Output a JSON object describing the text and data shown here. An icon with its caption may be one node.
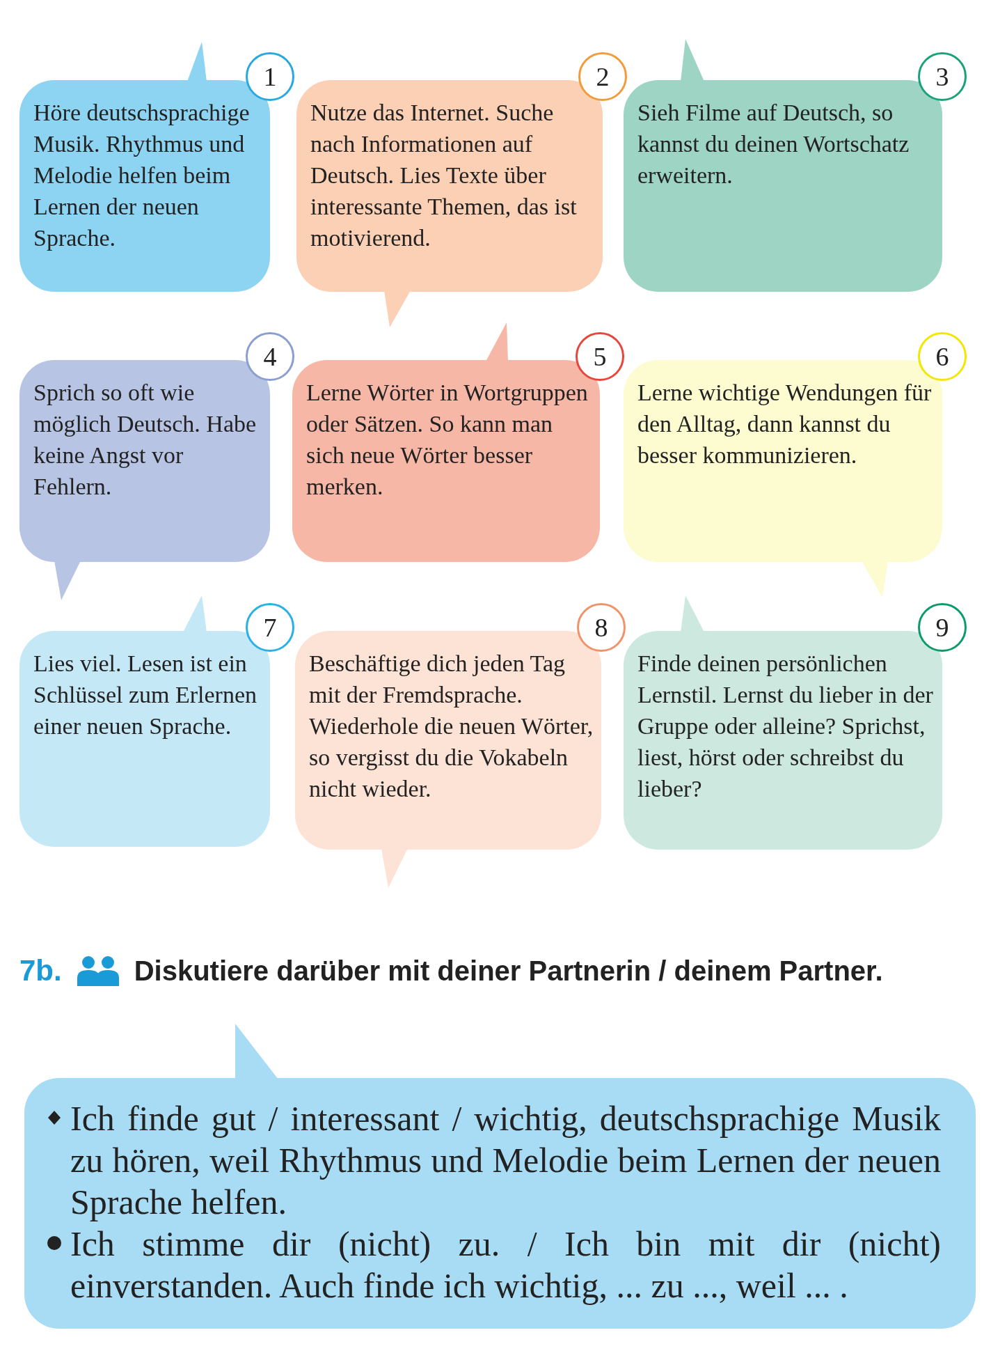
{
  "diagram": {
    "title": "Diskutiere darüber mit deiner Partnerin / deinem Partner.",
    "nodes": [
      {
        "text": [
          "Höre deutschsprachige Musik. Rhythmus und Melodie helfen beim Lernen der neuen Sprache."
        ]
      },
      {
        "text": [
          "1"
        ]
      },
      {
        "text": [
          "Nutze das Internet. Suche nach Informationen auf Deutsch. Lies Texte über interessante Themen, das ist motivierend."
        ]
      },
      {
        "text": [
          "2"
        ]
      },
      {
        "text": [
          "Sieh Filme auf Deutsch, so kannst du deinen Wortschatz erweitern."
        ]
      },
      {
        "text": [
          "3"
        ]
      },
      {
        "text": [
          "Sprich so oft wie möglich Deutsch. Habe keine Angst vor Fehlern."
        ]
      },
      {
        "text": [
          "4"
        ]
      },
      {
        "text": [
          "Lerne Wörter in Wortgruppen oder Sätzen. So kann man sich neue Wörter besser merken."
        ]
      },
      {
        "text": [
          "5"
        ]
      },
      {
        "text": [
          "Lerne wichtige Wendungen für den Alltag, dann kannst du besser kommunizieren."
        ]
      },
      {
        "text": [
          "6"
        ]
      },
      {
        "text": [
          "Lies viel. Lesen ist ein Schlüssel zum Erlernen einer neuen Sprache."
        ]
      },
      {
        "text": [
          "7"
        ]
      },
      {
        "text": [
          "Beschäftige dich jeden Tag mit der Fremdsprache. Wiederhole die neuen Wörter, so vergisst du die Vokabeln nicht wieder."
        ]
      },
      {
        "text": [
          "8"
        ]
      },
      {
        "text": [
          "Finde deinen persönlichen Lernstil. Lernst du lieber in der Gruppe oder alleine? Sprichst, liest, hörst oder schreibst du lieber?"
        ]
      },
      {
        "text": [
          "9"
        ]
      },
      {
        "text": [
          "Ich finde gut / interessant / wichtig, deutschsprachige Musik zu hören, weil Rhythmus und Melodie beim Lernen der neuen Sprache helfen.",
          "Ich stimme dir (nicht) zu. / Ich bin mit dir (nicht) einverstanden. Auch finde ich wichtig, ... zu ..., weil ... ."
        ]
      }
    ],
    "labels": [
      "7b."
    ]
  }
}
